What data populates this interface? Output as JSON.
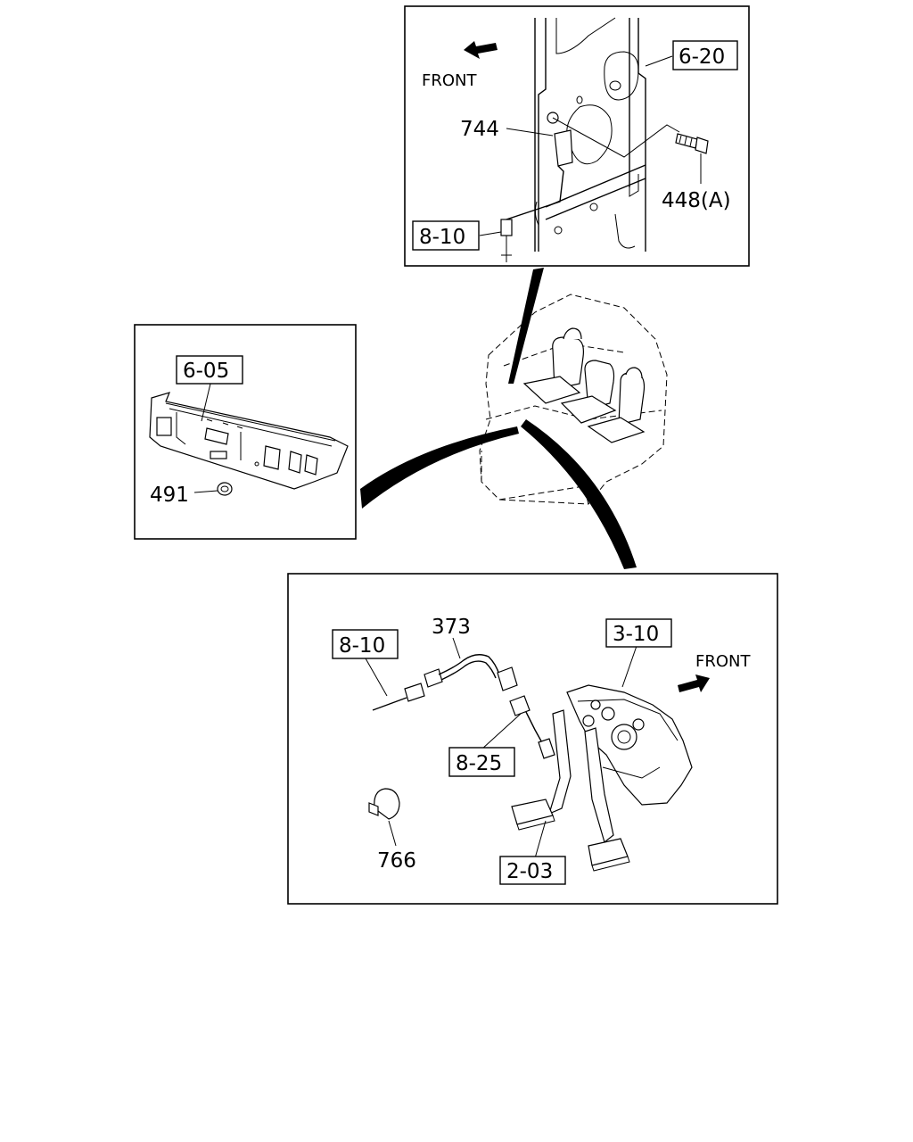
{
  "insets": {
    "top": {
      "front_label": "FRONT",
      "ref_6_20": "6-20",
      "part_744": "744",
      "part_448a": "448(A)",
      "ref_8_10": "8-10"
    },
    "left": {
      "ref_6_05": "6-05",
      "part_491": "491"
    },
    "bottom": {
      "ref_8_10": "8-10",
      "part_373": "373",
      "ref_3_10": "3-10",
      "front_label": "FRONT",
      "ref_8_25": "8-25",
      "part_766": "766",
      "ref_2_03": "2-03"
    }
  },
  "icons": {
    "top_front_arrow": "front-arrow-icon",
    "bottom_front_arrow": "front-arrow-icon"
  }
}
